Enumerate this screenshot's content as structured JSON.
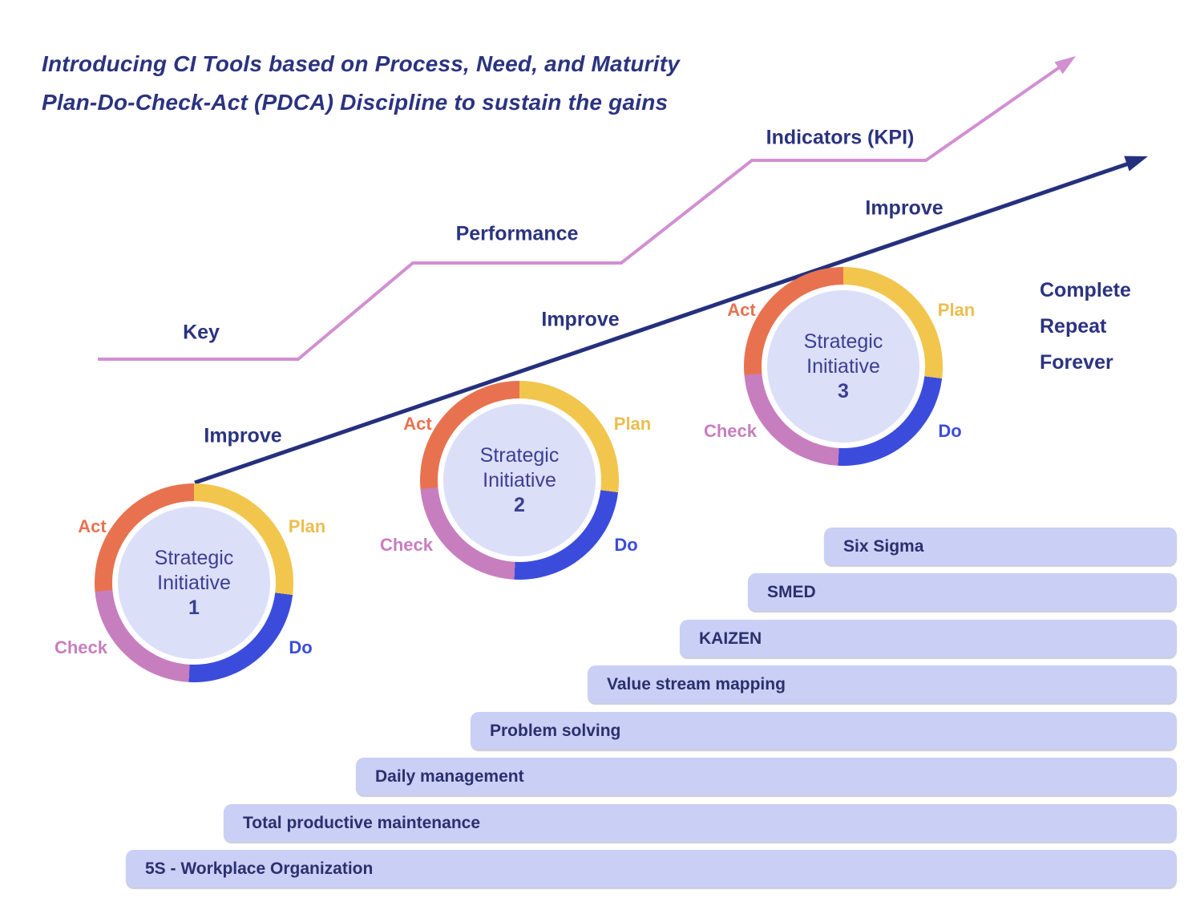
{
  "title": {
    "line1": "Introducing CI Tools based on Process, Need, and Maturity",
    "line2": "Plan-Do-Check-Act (PDCA) Discipline to sustain the gains"
  },
  "kpi_arrow": {
    "word1": "Key",
    "word2": "Performance",
    "word3": "Indicators (KPI)"
  },
  "improve_labels": [
    "Improve",
    "Improve",
    "Improve"
  ],
  "end_note": {
    "line1": "Complete",
    "line2": "Repeat",
    "line3": "Forever"
  },
  "pdca_labels": {
    "plan": "Plan",
    "do": "Do",
    "check": "Check",
    "act": "Act"
  },
  "initiatives": [
    {
      "line1": "Strategic",
      "line2": "Initiative",
      "number": "1"
    },
    {
      "line1": "Strategic",
      "line2": "Initiative",
      "number": "2"
    },
    {
      "line1": "Strategic",
      "line2": "Initiative",
      "number": "3"
    }
  ],
  "tools": [
    "Six Sigma",
    "SMED",
    "KAIZEN",
    "Value stream mapping",
    "Problem solving",
    "Daily management",
    "Total productive maintenance",
    "5S - Workplace Organization"
  ],
  "colors": {
    "navy": "#2B3380",
    "arrow-navy": "#25307D",
    "kpi-pink": "#D28FD2",
    "ring-yellow": "#F2C54D",
    "ring-blue": "#3B4CDC",
    "ring-pink": "#C77EBE",
    "ring-orange": "#E8724F",
    "label-plan": "#EBBE4D",
    "inner-circle": "#DCDFF8",
    "bar-fill": "#CACFF6",
    "bar-text": "#2B2F6E",
    "center-text": "#3A3F92"
  }
}
